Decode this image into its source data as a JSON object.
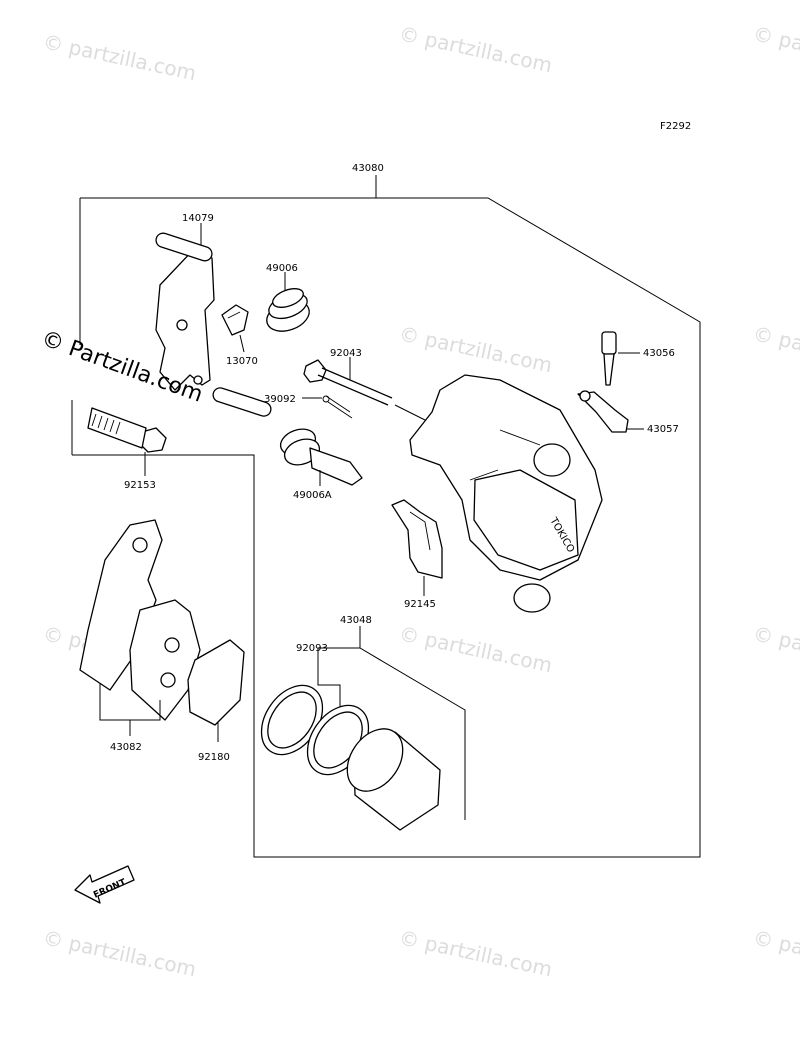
{
  "figure_code": "F2292",
  "watermark": "© Partzilla.com",
  "watermark_faint": "© partzilla.com",
  "callouts": {
    "assembly": "43080",
    "holder": "14079",
    "boot_small": "49006",
    "spring_clip": "13070",
    "bolt": "92153",
    "pin": "92043",
    "cotter_pin": "39092",
    "boot_pin": "49006A",
    "bleeder": "43056",
    "bleeder_cap": "43057",
    "spring_pad": "92145",
    "piston_seal_kit": "43048",
    "seal": "92093",
    "pad_set": "43082",
    "shim": "92180"
  },
  "caliper_text": "TOKICO",
  "front_arrow": "FRONT"
}
